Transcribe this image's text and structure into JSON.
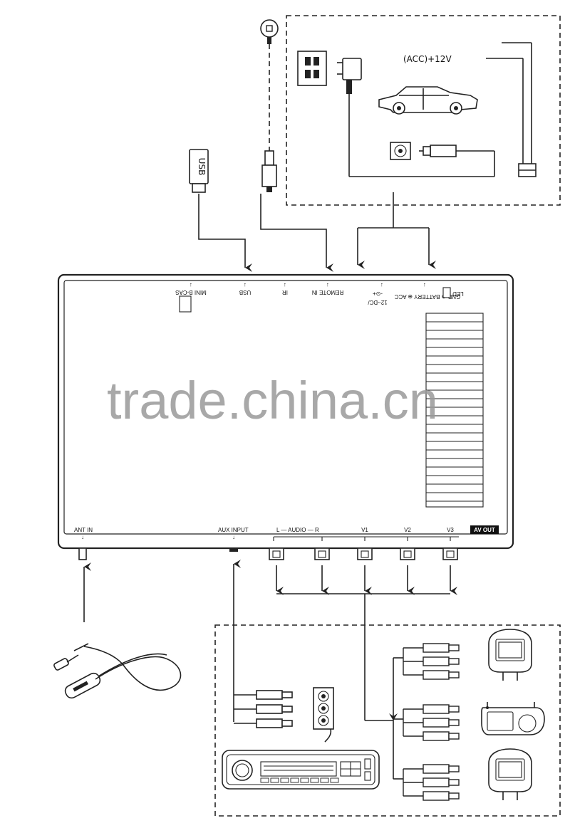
{
  "ports_top": {
    "mini_bcas": "MINI B-CAS",
    "usb": "USB",
    "ir": "IR",
    "remote_in": "REMOTE IN",
    "dc_in": "12~DC/",
    "led_title": "LED",
    "led_pins": "GND ⊕ BATTERY ⊕ ACC"
  },
  "ports_bottom": {
    "ant_in": "ANT IN",
    "aux_input": "AUX INPUT",
    "audio": "L — AUDIO — R",
    "v1": "V1",
    "v2": "V2",
    "v3": "V3",
    "av_out": "AV OUT"
  },
  "power": {
    "acc_label": "(ACC)+12V"
  },
  "usb_stick_label": "USB",
  "watermark": "trade.china.cn",
  "colors": {
    "line": "#222222",
    "badge_bg": "#111111",
    "badge_text": "#ffffff",
    "watermark": "#9a9a9a"
  }
}
